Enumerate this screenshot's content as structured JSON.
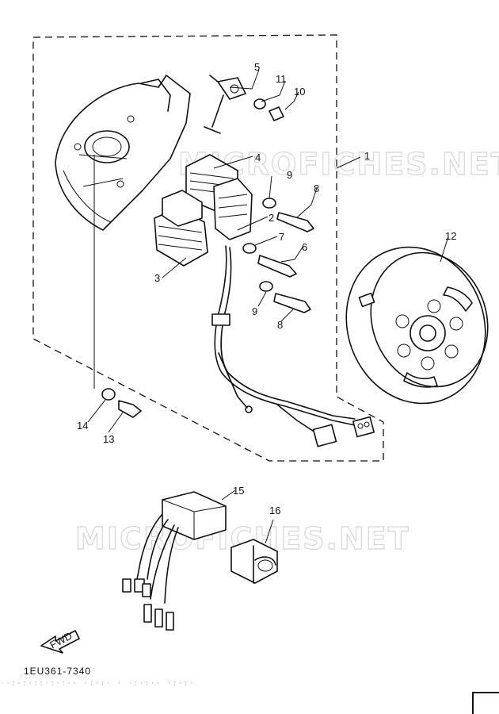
{
  "figure": {
    "code": "1EU361-7340",
    "fwd_label": "FWD",
    "footer_noise": "··:·:·::·:·:·· ·:·:· · ·:·:·· ·:·:·"
  },
  "watermarks": [
    "MICROFICHES.NET",
    "MICROFICHES.NET"
  ],
  "callouts": [
    "1",
    "2",
    "3",
    "4",
    "5",
    "6",
    "7",
    "8",
    "8",
    "9",
    "9",
    "10",
    "11",
    "12",
    "13",
    "14",
    "15",
    "16"
  ],
  "colors": {
    "ink": "#111111",
    "paper": "#ffffff",
    "watermark": "#d6d6d6"
  }
}
